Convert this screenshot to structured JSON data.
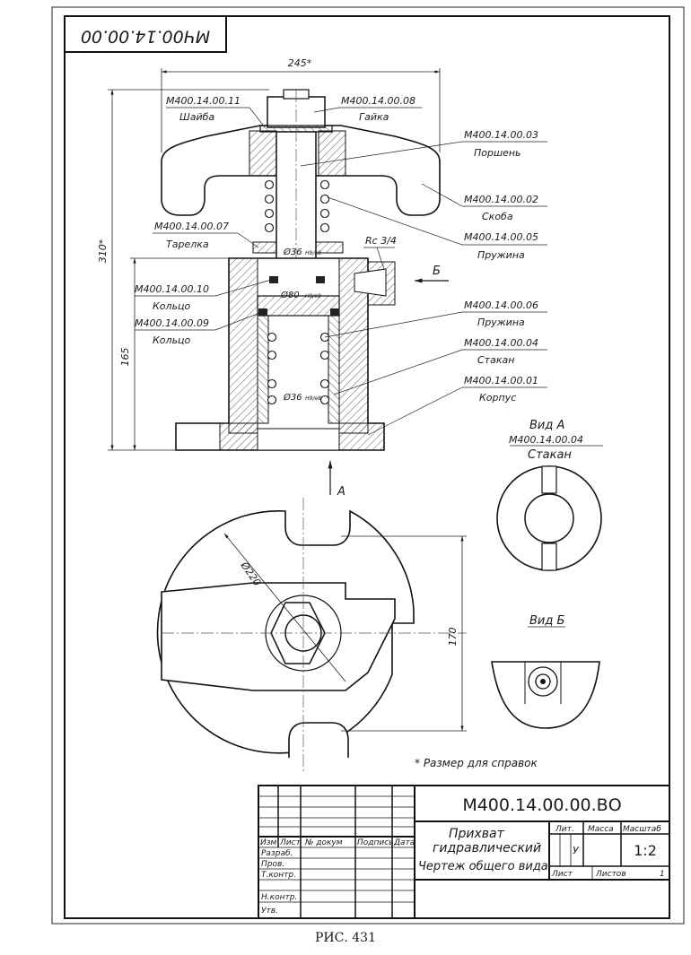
{
  "stamp_code": "МЧ00.14.00.00",
  "dims": {
    "width_245": "245*",
    "height_310": "310*",
    "height_165": "165",
    "dia_36_top": "Ø36",
    "fit_top": "H9/e8",
    "dia_80": "Ø80",
    "fit_80": "H9/e8",
    "dia_36_bot": "Ø36",
    "fit_bot": "H9/e8",
    "dia_220": "Ø220",
    "dim_170": "170",
    "thread": "Rc 3/4"
  },
  "callouts": {
    "c11_code": "М400.14.00.11",
    "c11_name": "Шайба",
    "c08_code": "М400.14.00.08",
    "c08_name": "Гайка",
    "c03_code": "М400.14.00.03",
    "c03_name": "Поршень",
    "c02_code": "М400.14.00.02",
    "c02_name": "Скоба",
    "c05_code": "М400.14.00.05",
    "c05_name": "Пружина",
    "c07_code": "М400.14.00.07",
    "c07_name": "Тарелка",
    "c10_code": "М400.14.00.10",
    "c10_name": "Кольцо",
    "c09_code": "М400.14.00.09",
    "c09_name": "Кольцо",
    "c06_code": "М400.14.00.06",
    "c06_name": "Пружина",
    "c04_code": "М400.14.00.04",
    "c04_name": "Стакан",
    "c01_code": "М400.14.00.01",
    "c01_name": "Корпус"
  },
  "views": {
    "arrow_b": "Б",
    "arrow_a": "А",
    "view_a_title": "Вид А",
    "view_a_code": "М400.14.00.04",
    "view_a_name": "Стакан",
    "view_b_title": "Вид Б"
  },
  "note": "* Размер для справок",
  "title_block": {
    "designation": "М400.14.00.00.ВО",
    "name_line1": "Прихват",
    "name_line2": "гидравлический",
    "name_line3": "Чертеж общего вида",
    "col_izm": "Изм",
    "col_list": "Лист",
    "col_docnum": "№ докум",
    "col_sign": "Подпись",
    "col_date": "Дата",
    "row_razrab": "Разраб.",
    "row_prov": "Пров.",
    "row_tkontr": "Т.контр.",
    "row_nkontr": "Н.контр.",
    "row_utv": "Утв.",
    "hdr_lit": "Лит.",
    "hdr_massa": "Масса",
    "hdr_masshtab": "Масштаб",
    "lit_value": "У",
    "scale_value": "1:2",
    "sheet_label": "Лист",
    "sheets_label": "Листов",
    "sheets_value": "1"
  },
  "figure_caption": "РИС. 431"
}
